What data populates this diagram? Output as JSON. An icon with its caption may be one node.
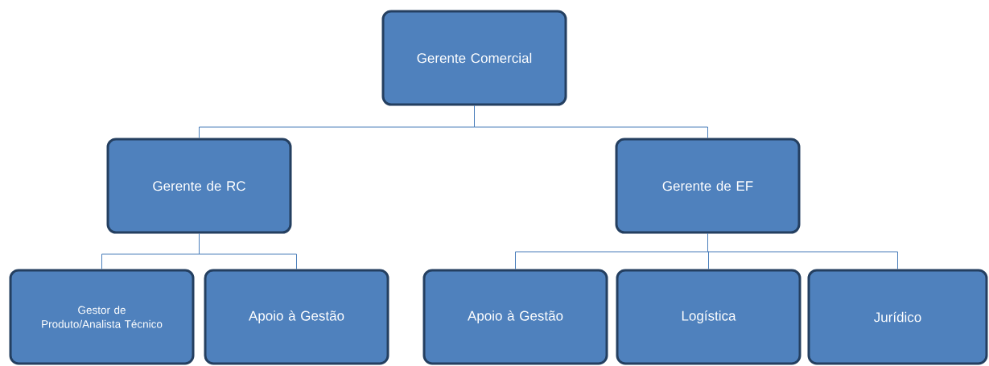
{
  "diagram": {
    "nodes": [
      {
        "text": [
          "Gerente Comercial"
        ]
      },
      {
        "text": [
          "Gerente de RC"
        ]
      },
      {
        "text": [
          "Gerente de EF"
        ]
      },
      {
        "text": [
          "Gestor de Produto/Analista Técnico"
        ]
      },
      {
        "text": [
          "Apoio à Gestão"
        ]
      },
      {
        "text": [
          "Apoio à Gestão"
        ]
      },
      {
        "text": [
          "Logística"
        ]
      },
      {
        "text": [
          "Jurídico"
        ]
      }
    ],
    "edges": [
      {
        "from": 0,
        "to": 1,
        "arrow": "none"
      },
      {
        "from": 0,
        "to": 2,
        "arrow": "none"
      },
      {
        "from": 1,
        "to": 3,
        "arrow": "none"
      },
      {
        "from": 1,
        "to": 4,
        "arrow": "none"
      },
      {
        "from": 2,
        "to": 5,
        "arrow": "none"
      },
      {
        "from": 2,
        "to": 6,
        "arrow": "none"
      },
      {
        "from": 2,
        "to": 7,
        "arrow": "none"
      }
    ]
  }
}
